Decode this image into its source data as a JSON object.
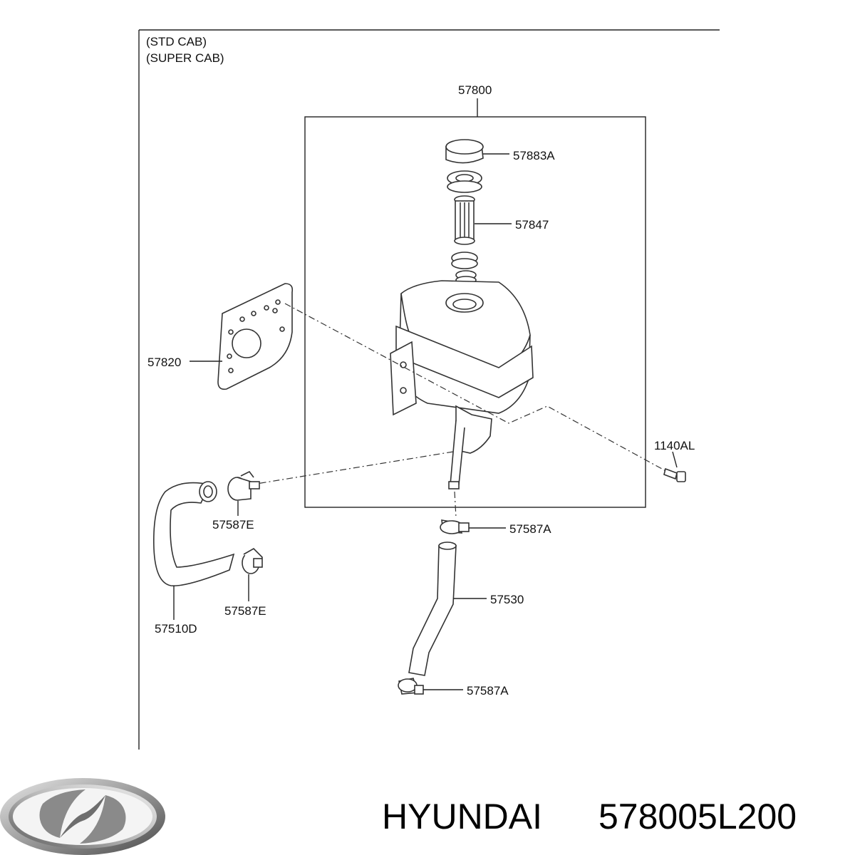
{
  "header": {
    "notes": [
      "(STD CAB)",
      "(SUPER CAB)"
    ]
  },
  "parts": {
    "p57800": "57800",
    "p57883A": "57883A",
    "p57847": "57847",
    "p57820": "57820",
    "p1140AL": "1140AL",
    "p57587E_top": "57587E",
    "p57587E_bottom": "57587E",
    "p57587A_top": "57587A",
    "p57587A_bottom": "57587A",
    "p57510D": "57510D",
    "p57530": "57530"
  },
  "footer": {
    "brand": "HYUNDAI",
    "part_number": "578005L200"
  },
  "icons": {
    "logo": "hyundai-logo-icon"
  }
}
